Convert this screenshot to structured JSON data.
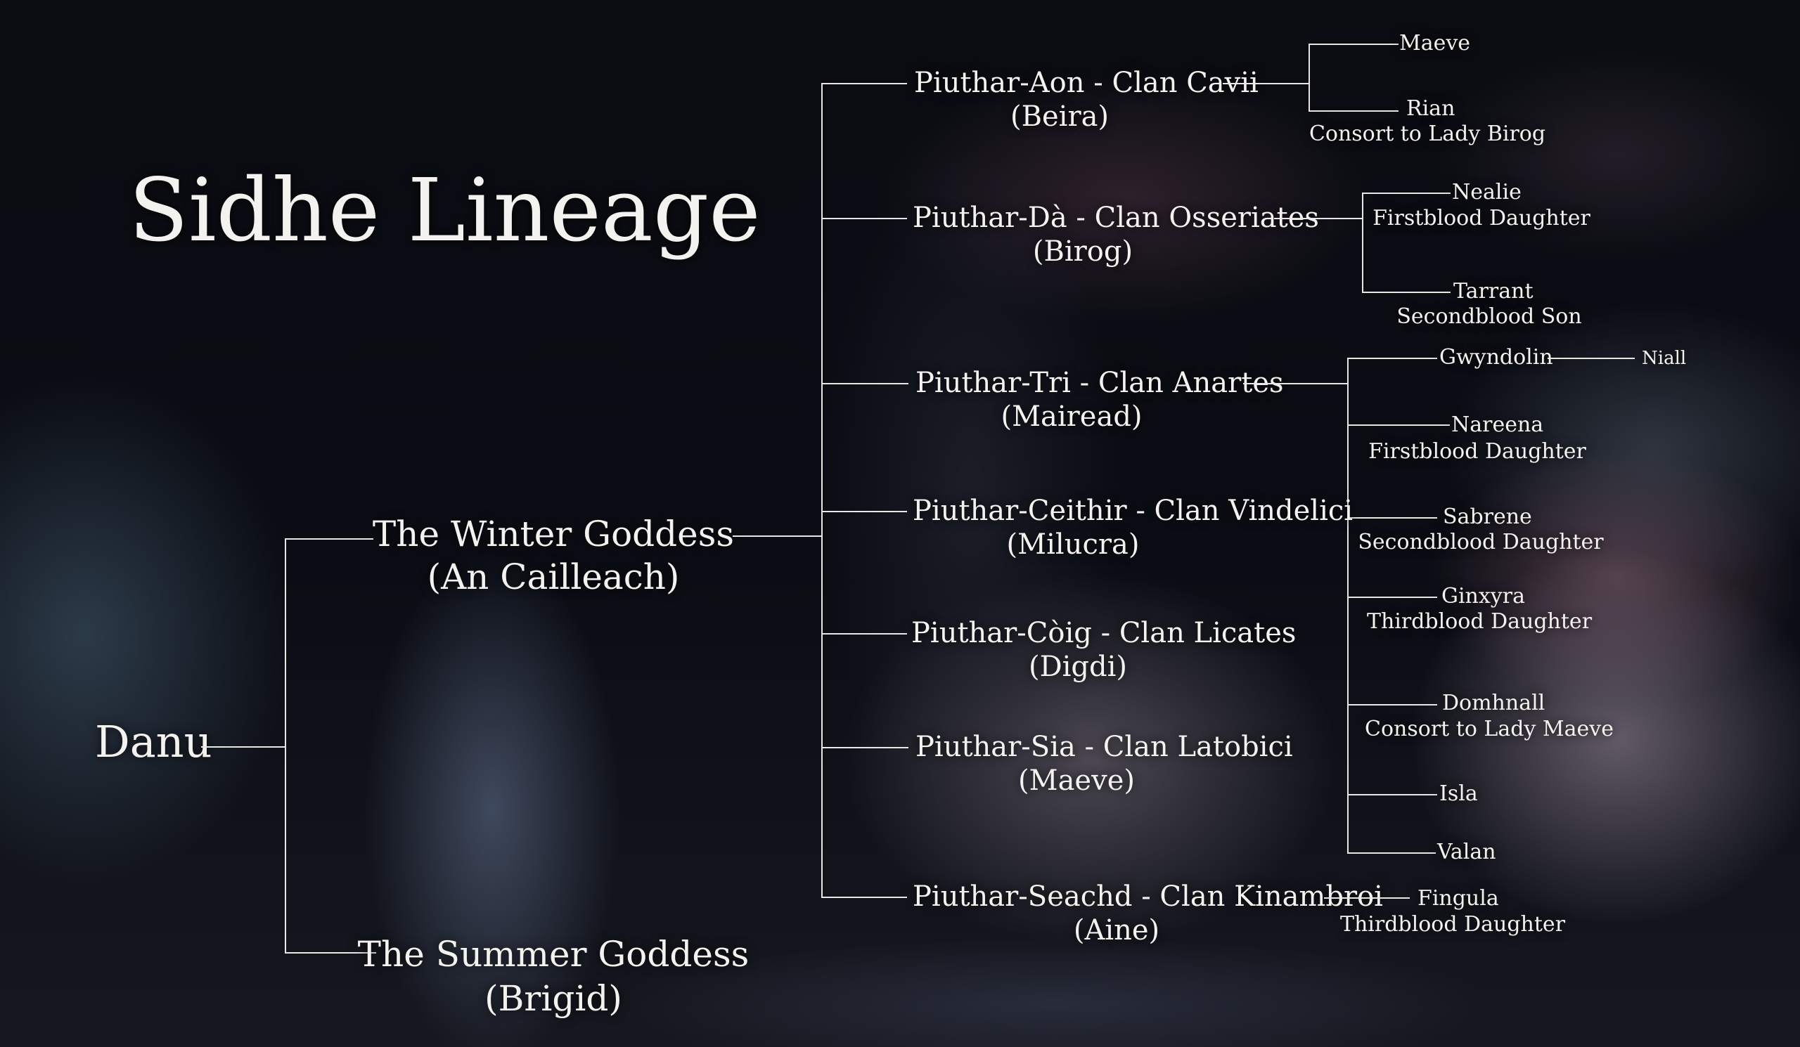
{
  "title": "Sidhe Lineage",
  "root": {
    "name": "Danu"
  },
  "goddesses": [
    {
      "name": "The Winter Goddess",
      "alias": "(An Cailleach)"
    },
    {
      "name": "The Summer Goddess",
      "alias": "(Brigid)"
    }
  ],
  "clans": [
    {
      "name": "Piuthar-Aon - Clan Cavii",
      "leader": "(Beira)",
      "children": [
        {
          "name": "Maeve"
        },
        {
          "name": "Rian",
          "role": "Consort to Lady Birog"
        }
      ]
    },
    {
      "name": "Piuthar-Dà - Clan Osseriates",
      "leader": "(Birog)",
      "children": [
        {
          "name": "Nealie",
          "role": "Firstblood Daughter"
        },
        {
          "name": "Tarrant",
          "role": "Secondblood Son"
        }
      ]
    },
    {
      "name": "Piuthar-Tri - Clan Anartes",
      "leader": "(Mairead)",
      "children": [
        {
          "name": "Gwyndolin",
          "partner": "Niall"
        },
        {
          "name": "Nareena",
          "role": "Firstblood Daughter"
        },
        {
          "name": "Sabrene",
          "role": "Secondblood Daughter"
        },
        {
          "name": "Ginxyra",
          "role": "Thirdblood Daughter"
        },
        {
          "name": "Domhnall",
          "role": "Consort to Lady Maeve"
        },
        {
          "name": "Isla"
        },
        {
          "name": "Valan"
        }
      ]
    },
    {
      "name": "Piuthar-Ceithir - Clan Vindelici",
      "leader": "(Milucra)"
    },
    {
      "name": "Piuthar-Còig - Clan Licates",
      "leader": "(Digdi)"
    },
    {
      "name": "Piuthar-Sia - Clan Latobici",
      "leader": "(Maeve)"
    },
    {
      "name": "Piuthar-Seachd - Clan Kinambroi",
      "leader": "(Aine)",
      "children": [
        {
          "name": "Fingula",
          "role": "Thirdblood Daughter"
        }
      ]
    }
  ],
  "colors": {
    "text": "#f4f2ee",
    "lines": "#e9e7e4",
    "background": "#0a0c12"
  }
}
